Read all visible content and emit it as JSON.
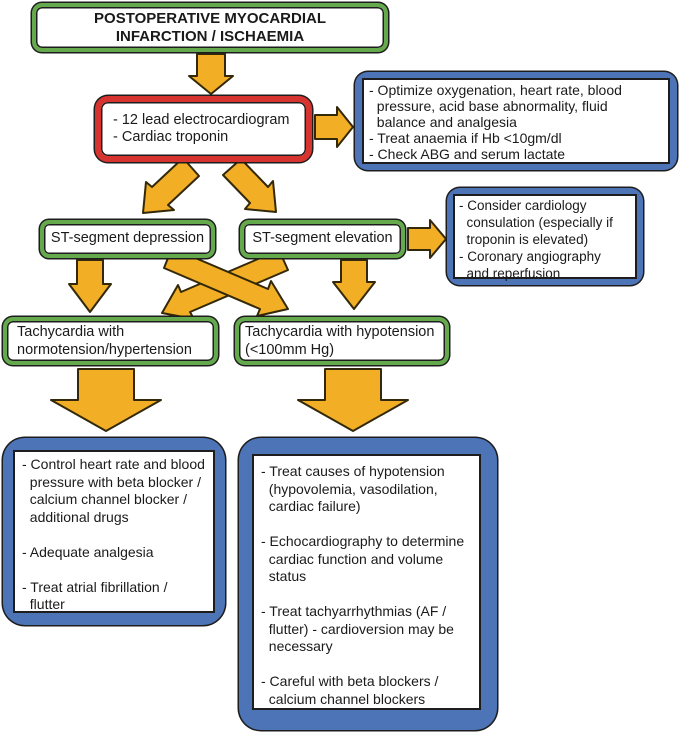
{
  "diagram": {
    "title": "POSTOPERATIVE MYOCARDIAL\nINFARCTION / ISCHAEMIA",
    "ecg_box": "- 12 lead electrocardiogram\n- Cardiac troponin",
    "optimize_box": "- Optimize oxygenation, heart rate, blood\n  pressure, acid base abnormality, fluid\n  balance and analgesia\n- Treat anaemia if Hb <10gm/dl\n- Check ABG and serum lactate",
    "st_depression": "ST-segment depression",
    "st_elevation": "ST-segment elevation",
    "cardiology_box": "- Consider cardiology\n  consulation (especially if\n  troponin is elevated)\n- Coronary angiography\n  and reperfusion",
    "tachy_normotension": "Tachycardia with\nnormotension/hypertension",
    "tachy_hypotension": "Tachycardia with hypotension\n(<100mm Hg)",
    "normotension_mgmt": "- Control heart rate and blood\n  pressure with beta blocker /\n  calcium channel blocker /\n  additional drugs\n\n- Adequate analgesia\n\n- Treat atrial fibrillation /\n  flutter",
    "hypotension_mgmt": "- Treat causes of hypotension\n  (hypovolemia, vasodilation,\n  cardiac failure)\n\n- Echocardiography to determine\n  cardiac function and volume\n  status\n\n- Treat tachyarrhythmias (AF /\n  flutter) - cardioversion may be\n  necessary\n\n- Careful with beta blockers /\n  calcium channel blockers"
  },
  "colors": {
    "green": "#64a94c",
    "red": "#d8342f",
    "blue": "#4e74b8",
    "arrow_fill": "#f2ae24",
    "arrow_outline": "#33290a",
    "line": "#1d1d1d"
  }
}
